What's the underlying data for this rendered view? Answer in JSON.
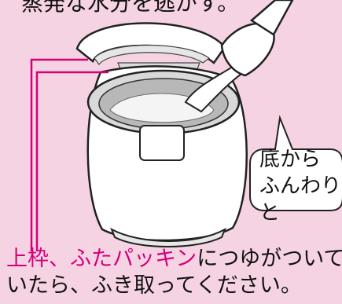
{
  "top_caption": "蒸発な水分を逃がす。",
  "bubble": {
    "line1": "底から",
    "line2": "ふんわりと"
  },
  "bottom": {
    "highlight": "上枠、ふたパッキン",
    "rest1": "につゆがついて",
    "line2": "いたら、ふき取ってください。"
  },
  "colors": {
    "background": "#f6d3e3",
    "highlight": "#d4007a",
    "leader": "#d4007a"
  }
}
